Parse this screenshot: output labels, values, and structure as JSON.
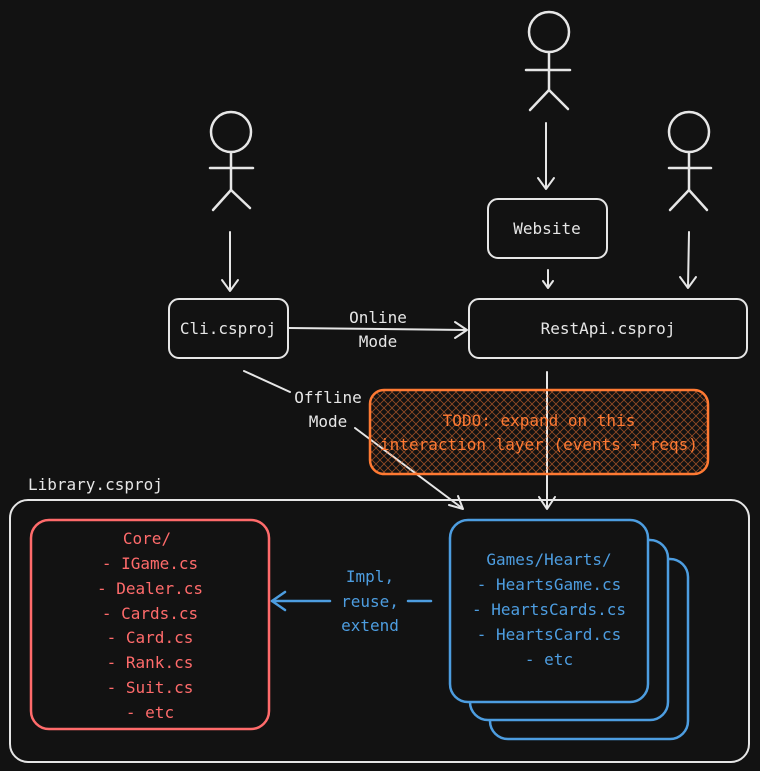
{
  "colors": {
    "background": "#121212",
    "stroke": "#e6e6e6",
    "core": "#ff6b6b",
    "games": "#4d9de0",
    "todo": "#ff7a33"
  },
  "nodes": {
    "cli": "Cli.csproj",
    "website": "Website",
    "restapi": "RestApi.csproj",
    "library": "Library.csproj"
  },
  "edges": {
    "online_1": "Online",
    "online_2": "Mode",
    "offline_1": "Offline",
    "offline_2": "Mode",
    "impl_1": "Impl,",
    "impl_2": "reuse,",
    "impl_3": "extend"
  },
  "todo": {
    "line1": "TODO: expand on this",
    "line2": "interaction layer (events + reqs)"
  },
  "core": {
    "title": "Core/",
    "items": [
      "- IGame.cs",
      "- Dealer.cs",
      "- Cards.cs",
      "- Card.cs",
      "- Rank.cs",
      "- Suit.cs",
      "- etc"
    ]
  },
  "games": {
    "title": "Games/Hearts/",
    "items": [
      "- HeartsGame.cs",
      "- HeartsCards.cs",
      "- HeartsCard.cs",
      "- etc"
    ]
  },
  "actors": [
    "cli-user",
    "website-user",
    "api-user"
  ]
}
